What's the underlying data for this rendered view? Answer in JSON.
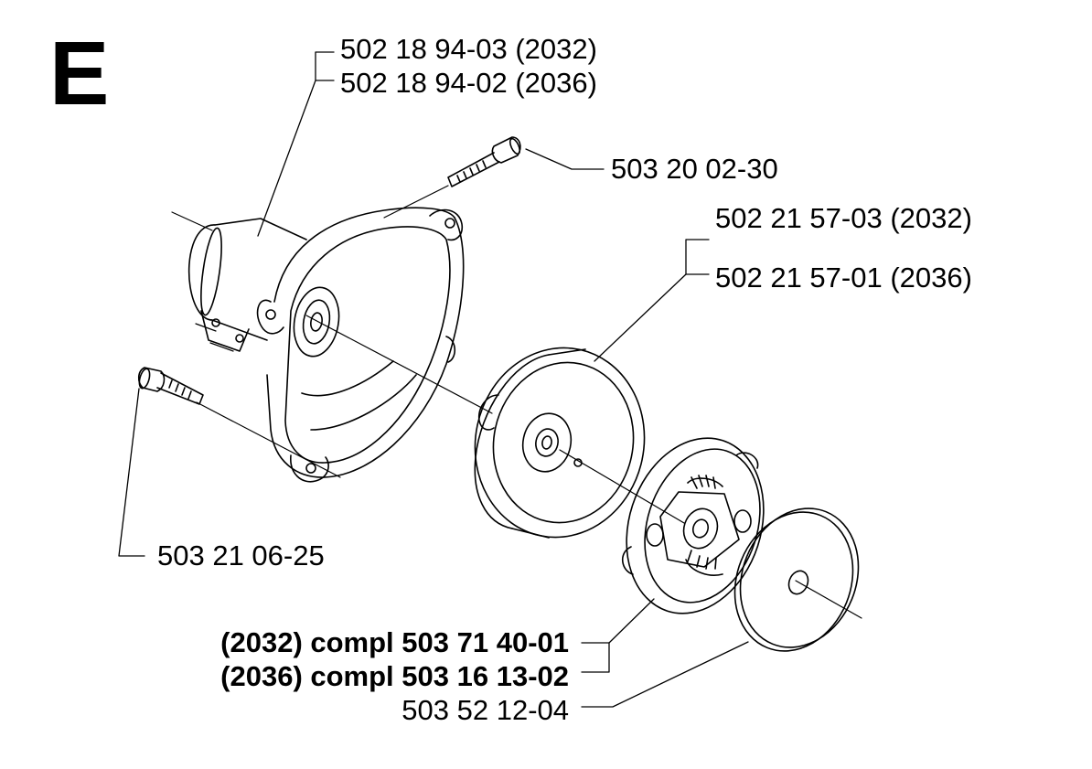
{
  "section_letter": "E",
  "labels": {
    "housing_2032": "502 18 94-03 (2032)",
    "housing_2036": "502 18 94-02 (2036)",
    "screw_top": "503 20 02-30",
    "drum_2032": "502 21 57-03 (2032)",
    "drum_2036": "502 21 57-01 (2036)",
    "screw_left": "503 21 06-25",
    "clutch_2032": "(2032) compl 503 71 40-01",
    "clutch_2036": "(2036) compl 503 16 13-02",
    "washer": "503 52 12-04"
  }
}
